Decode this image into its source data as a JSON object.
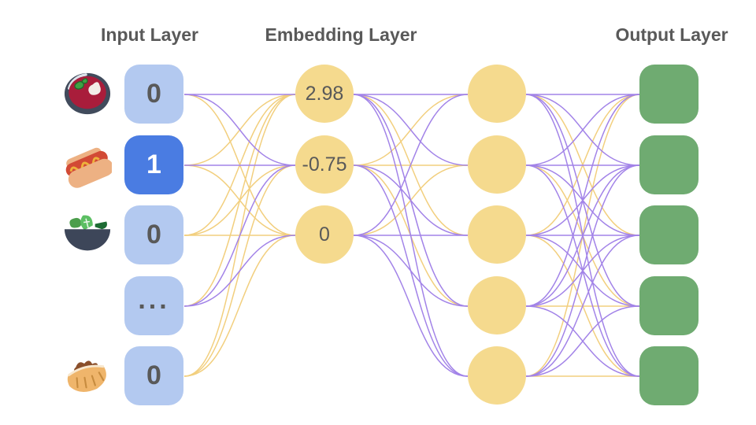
{
  "titles": {
    "input": "Input Layer",
    "embedding": "Embedding Layer",
    "output": "Output Layer"
  },
  "colors": {
    "node_blue": "#b3c9f0",
    "node_blue_active": "#4a7ce2",
    "node_yellow": "#f5da8e",
    "node_green": "#6fab71",
    "edge_purple": "#a283e8",
    "edge_yellow": "#f2cf7e",
    "text_dark": "#595959",
    "text_light": "#ffffff"
  },
  "input_layer": {
    "nodes": [
      {
        "value": "0",
        "active": false,
        "icon": "borscht-soup"
      },
      {
        "value": "1",
        "active": true,
        "icon": "hot-dog"
      },
      {
        "value": "0",
        "active": false,
        "icon": "green-salad"
      },
      {
        "value": "...",
        "active": false,
        "icon": ""
      },
      {
        "value": "0",
        "active": false,
        "icon": "stuffed-flatbread"
      }
    ]
  },
  "embedding_layer": {
    "nodes": [
      {
        "value": "2.98"
      },
      {
        "value": "-0.75"
      },
      {
        "value": "0"
      }
    ]
  },
  "hidden_layer": {
    "node_count": 5
  },
  "output_layer": {
    "node_count": 5
  },
  "edges": {
    "input_to_embedding": [
      [
        "purple",
        "purple",
        "yellow"
      ],
      [
        "yellow",
        "purple",
        "yellow"
      ],
      [
        "yellow",
        "yellow",
        "yellow"
      ],
      [
        "yellow",
        "purple",
        "purple"
      ],
      [
        "yellow",
        "yellow",
        "yellow"
      ]
    ],
    "embedding_to_hidden": [
      [
        "purple",
        "purple",
        "yellow",
        "purple",
        "purple"
      ],
      [
        "yellow",
        "yellow",
        "purple",
        "yellow",
        "purple"
      ],
      [
        "purple",
        "yellow",
        "purple",
        "purple",
        "purple"
      ]
    ],
    "hidden_to_output": [
      [
        "purple",
        "purple",
        "yellow",
        "purple",
        "purple"
      ],
      [
        "purple",
        "purple",
        "purple",
        "yellow",
        "purple"
      ],
      [
        "yellow",
        "purple",
        "purple",
        "purple",
        "yellow"
      ],
      [
        "purple",
        "purple",
        "purple",
        "yellow",
        "purple"
      ],
      [
        "yellow",
        "purple",
        "purple",
        "purple",
        "yellow"
      ]
    ]
  }
}
